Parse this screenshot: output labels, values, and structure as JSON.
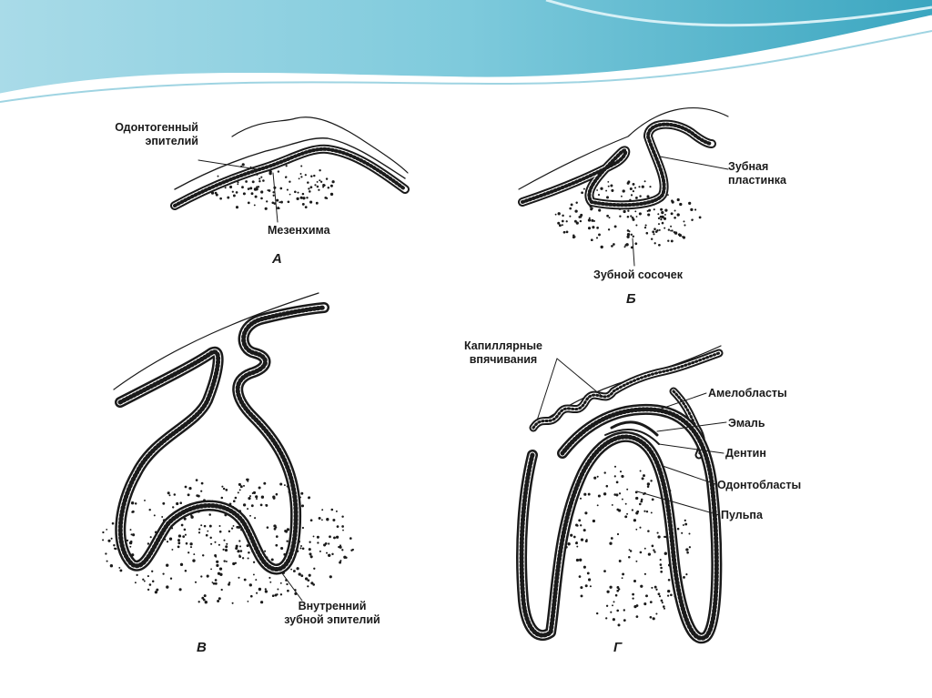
{
  "panels": {
    "a": {
      "letter": "А",
      "labels": {
        "epithelium_line1": "Одонтогенный",
        "epithelium_line2": "эпителий",
        "mesenchyme": "Мезенхима"
      }
    },
    "b": {
      "letter": "Б",
      "labels": {
        "plate_line1": "Зубная",
        "plate_line2": "пластинка",
        "papilla": "Зубной сосочек"
      }
    },
    "v": {
      "letter": "В",
      "labels": {
        "inner_line1": "Внутренний",
        "inner_line2": "зубной эпителий"
      }
    },
    "g": {
      "letter": "Г",
      "labels": {
        "capillary_line1": "Капиллярные",
        "capillary_line2": "впячивания",
        "ameloblasts": "Амелобласты",
        "enamel": "Эмаль",
        "dentin": "Дентин",
        "odontoblasts": "Одонтобласты",
        "pulp": "Пульпа"
      }
    }
  },
  "colors": {
    "line": "#1a1a1a",
    "banner_light": "#bfe6ef",
    "banner_mid": "#7ecadc",
    "banner_dark": "#3ba6c0"
  }
}
